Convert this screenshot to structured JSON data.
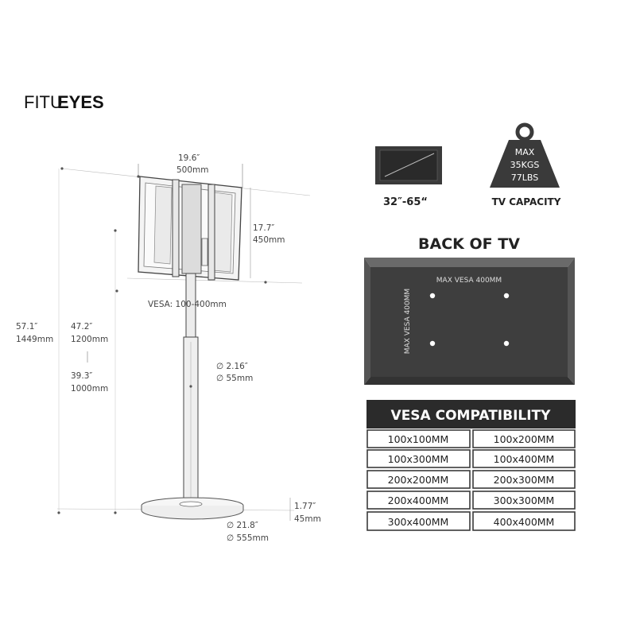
{
  "brand": {
    "logo_left": "FITU",
    "logo_right": "EYES"
  },
  "dimensions": {
    "width_in": "19.6″",
    "width_mm": "500mm",
    "height_in": "17.7″",
    "height_mm": "450mm",
    "vesa": "VESA:  100-400mm",
    "pole_dia_in": "∅ 2.16″",
    "pole_dia_mm": "∅ 55mm",
    "total_h_in": "57.1″",
    "total_h_mm": "1449mm",
    "max_h_in": "47.2″",
    "max_h_mm": "1200mm",
    "min_h_in": "39.3″",
    "min_h_mm": "1000mm",
    "base_h_in": "1.77″",
    "base_h_mm": "45mm",
    "base_dia_in": "∅ 21.8″",
    "base_dia_mm": "∅ 555mm"
  },
  "tv_size": {
    "label": "32″-65“"
  },
  "capacity": {
    "line1": "MAX",
    "line2": "35KGS",
    "line3": "77LBS",
    "label": "TV CAPACITY"
  },
  "back_of_tv": {
    "title": "BACK OF TV",
    "horizontal": "MAX VESA 400MM",
    "vertical": "MAX VESA 400MM"
  },
  "vesa_table": {
    "title": "VESA COMPATIBILITY",
    "rows": [
      [
        "100x100MM",
        "100x200MM"
      ],
      [
        "100x300MM",
        "100x400MM"
      ],
      [
        "200x200MM",
        "200x300MM"
      ],
      [
        "200x400MM",
        "300x300MM"
      ],
      [
        "300x400MM",
        "400x400MM"
      ]
    ]
  },
  "colors": {
    "dark": "#3e3e3e",
    "darker": "#2b2b2b",
    "line": "#555555"
  }
}
